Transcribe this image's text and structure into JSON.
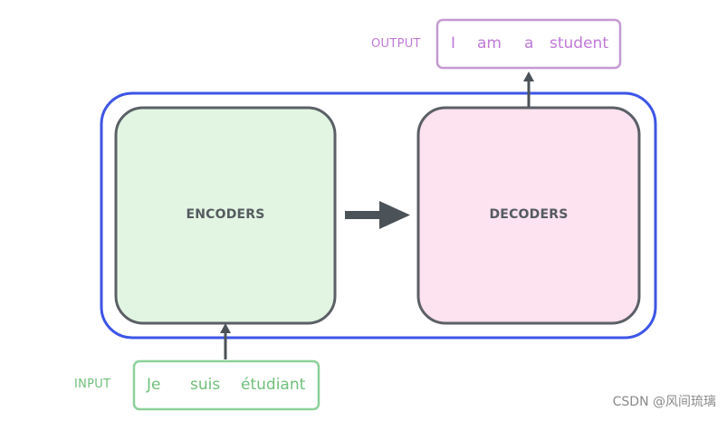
{
  "diagram": {
    "encoder": {
      "label": "ENCODERS",
      "fill": "#e2f5e2",
      "stroke": "#5b6066"
    },
    "decoder": {
      "label": "DECODERS",
      "fill": "#fde2ef",
      "stroke": "#5b6066"
    },
    "container": {
      "stroke": "#3d55e6"
    },
    "arrow_color": "#4b5258",
    "input": {
      "label": "INPUT",
      "color": "#6fbf7a",
      "tokens": [
        "Je",
        "suis",
        "étudiant"
      ]
    },
    "output": {
      "label": "OUTPUT",
      "color": "#c07ad8",
      "tokens": [
        "I",
        "am",
        "a",
        "student"
      ]
    }
  },
  "watermark": "CSDN @风间琉璃"
}
